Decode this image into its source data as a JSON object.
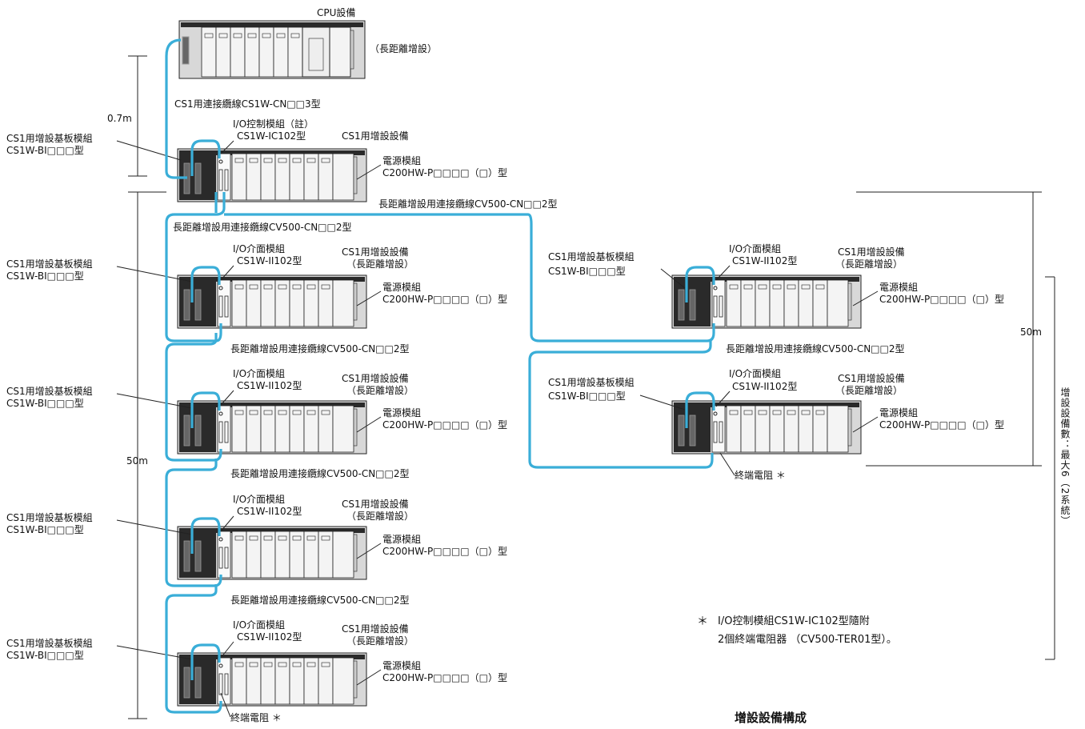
{
  "cpu_rack": {
    "title": "CPU設備",
    "long_distance": "（長距離增設）",
    "cable": "CS1用連接纜線CS1W-CN□□3型"
  },
  "dimensions": {
    "short": "0.7m",
    "left_long": "50m",
    "right_long": "50m"
  },
  "ic_rack": {
    "base_label": "CS1用增設基板模組",
    "base_model": "CS1W-BI□□□型",
    "control_label": "I/O控制模組（註）",
    "control_model": "CS1W-IC102型",
    "rack_label": "CS1用增設設備",
    "power_label": "電源模組",
    "power_model": "C200HW-P□□□□（□）型",
    "cable_out": "長距離增設用連接纜線CV500-CN□□2型"
  },
  "left_column": {
    "cable_top": "長距離增設用連接纜線CV500-CN□□2型",
    "racks": [
      {
        "base_label": "CS1用增設基板模組",
        "base_model": "CS1W-BI□□□型",
        "io_label": "I/O介面模組",
        "io_model": "CS1W-II102型",
        "rack_label": "CS1用增設設備",
        "rack_sub": "（長距離增設）",
        "power_label": "電源模組",
        "power_model": "C200HW-P□□□□（□）型",
        "cable_below": "長距離增設用連接纜線CV500-CN□□2型"
      },
      {
        "base_label": "CS1用增設基板模組",
        "base_model": "CS1W-BI□□□型",
        "io_label": "I/O介面模組",
        "io_model": "CS1W-II102型",
        "rack_label": "CS1用增設設備",
        "rack_sub": "（長距離增設）",
        "power_label": "電源模組",
        "power_model": "C200HW-P□□□□（□）型",
        "cable_below": "長距離增設用連接纜線CV500-CN□□2型"
      },
      {
        "base_label": "CS1用增設基板模組",
        "base_model": "CS1W-BI□□□型",
        "io_label": "I/O介面模組",
        "io_model": "CS1W-II102型",
        "rack_label": "CS1用增設設備",
        "rack_sub": "（長距離增設）",
        "power_label": "電源模組",
        "power_model": "C200HW-P□□□□（□）型",
        "cable_below": "長距離增設用連接纜線CV500-CN□□2型"
      },
      {
        "base_label": "CS1用增設基板模組",
        "base_model": "CS1W-BI□□□型",
        "io_label": "I/O介面模組",
        "io_model": "CS1W-II102型",
        "rack_label": "CS1用增設設備",
        "rack_sub": "（長距離增設）",
        "power_label": "電源模組",
        "power_model": "C200HW-P□□□□（□）型",
        "cable_below": ""
      }
    ],
    "terminator": "終端電阻 ＊"
  },
  "right_column": {
    "racks": [
      {
        "base_label": "CS1用增設基板模組",
        "base_model": "CS1W-BI□□□型",
        "io_label": "I/O介面模組",
        "io_model": "CS1W-II102型",
        "rack_label": "CS1用增設設備",
        "rack_sub": "（長距離增設）",
        "power_label": "電源模組",
        "power_model": "C200HW-P□□□□（□）型",
        "cable_below": "長距離增設用連接纜線CV500-CN□□2型"
      },
      {
        "base_label": "CS1用增設基板模組",
        "base_model": "CS1W-BI□□□型",
        "io_label": "I/O介面模組",
        "io_model": "CS1W-II102型",
        "rack_label": "CS1用增設設備",
        "rack_sub": "（長距離增設）",
        "power_label": "電源模組",
        "power_model": "C200HW-P□□□□（□）型",
        "cable_below": ""
      }
    ],
    "terminator": "終端電阻 ＊"
  },
  "vertical_note": "增設設備數：最大6（2系統）",
  "footnote": {
    "mark": "＊",
    "line1": "I/O控制模組CS1W-IC102型隨附",
    "line2": "2個終端電阻器 （CV500-TER01型）。"
  },
  "caption": "增設設備構成",
  "colors": {
    "cable": "#3aaed8",
    "rack_dark": "#2a2a2a",
    "module_fill": "#f4f4f4",
    "line": "#222222"
  }
}
